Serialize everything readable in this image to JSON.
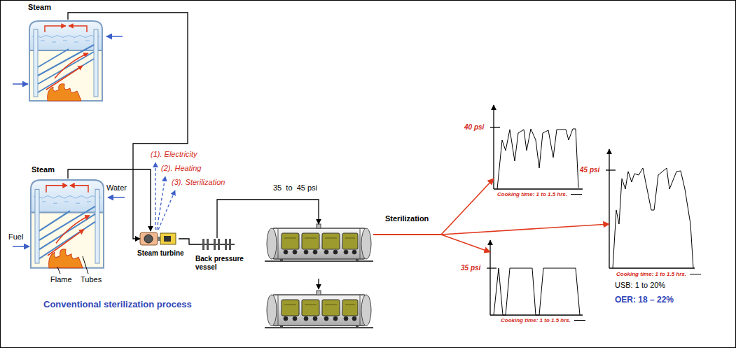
{
  "diagram": {
    "caption": "Conventional sterilization process",
    "nodes": [
      {
        "text": [
          "Steam"
        ]
      },
      {
        "text": [
          "Steam"
        ]
      },
      {
        "text": [
          "Steam turbine"
        ]
      },
      {
        "text": [
          "Back pressure vessel"
        ]
      },
      {
        "text": [
          "Sterilization"
        ]
      },
      {
        "text": [
          "40 psi",
          "Cooking time: 1 to 1.5 hrs."
        ]
      },
      {
        "text": [
          "45 psi",
          "Cooking time: 1 to 1.5 hrs."
        ]
      },
      {
        "text": [
          "35 psi",
          "Cooking time: 1 to 1.5 hrs."
        ]
      }
    ],
    "edges": [
      {
        "from": 0,
        "to": 2,
        "arrow": "to"
      },
      {
        "from": 1,
        "to": 2,
        "arrow": "to"
      },
      {
        "from": 2,
        "to": 3,
        "arrow": "none"
      },
      {
        "from": 3,
        "to": 4,
        "label": "35  to  45 psi",
        "arrow": "to"
      },
      {
        "from": 4,
        "to": 5,
        "arrow": "to"
      },
      {
        "from": 4,
        "to": 6,
        "arrow": "to"
      },
      {
        "from": 4,
        "to": 7,
        "arrow": "to"
      }
    ],
    "labels": [
      "(1). Electricity",
      "(2). Heating",
      "(3). Sterilization",
      "Water",
      "Fuel",
      "Flame",
      "Tubes",
      "USB: 1 to 20%",
      "OER: 18 – 22%"
    ]
  }
}
